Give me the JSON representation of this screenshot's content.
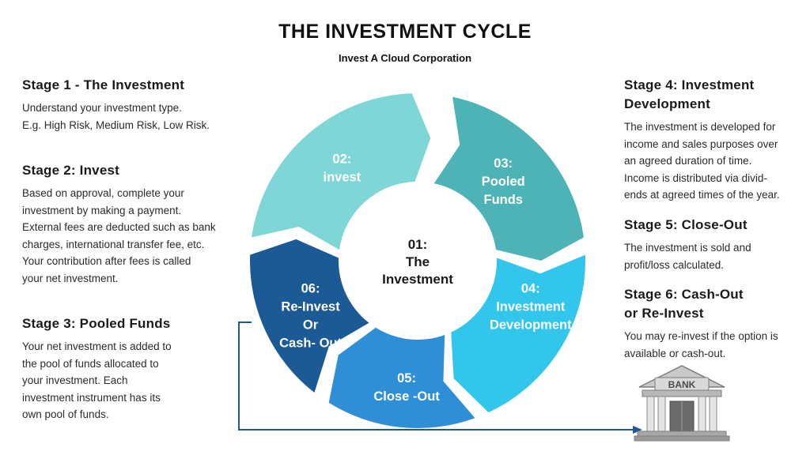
{
  "header": {
    "title": "THE INVESTMENT CYCLE",
    "subtitle": "Invest A Cloud Corporation"
  },
  "stages": [
    {
      "heading": "Stage 1 -  The  Investment",
      "text": "Understand your investment type.\nE.g. High Risk, Medium Risk, Low Risk."
    },
    {
      "heading": "Stage 2: Invest",
      "text": "Based on approval, complete your\ninvestment by making a payment.\nExternal fees are deducted such as bank\ncharges, international transfer fee, etc.\nYour contribution after fees is called\nyour net investment."
    },
    {
      "heading": "Stage 3: Pooled Funds",
      "text": "Your net investment is added to\nthe pool of funds allocated to\nyour investment. Each\ninvestment instrument has its\nown pool of funds."
    },
    {
      "heading": "Stage 4: Investment\nDevelopment",
      "text": "The investment is developed for\nincome and sales purposes over\nan agreed duration of time.\nIncome is distributed via divid-\nends at agreed times of the year."
    },
    {
      "heading": "Stage 5: Close-Out",
      "text": "The investment is sold and\nprofit/loss calculated."
    },
    {
      "heading": "Stage 6: Cash-Out\nor Re-Invest",
      "text": "You may re-invest if the option is\navailable or cash-out."
    }
  ],
  "cycle": {
    "center": [
      "01:",
      "The",
      "Investment"
    ],
    "segments": [
      {
        "lines": [
          "02:",
          "invest"
        ],
        "color": "#7fd6d6"
      },
      {
        "lines": [
          "03:",
          "Pooled",
          "Funds"
        ],
        "color": "#4db3b6"
      },
      {
        "lines": [
          "04:",
          "Investment",
          "Development"
        ],
        "color": "#33c6ec"
      },
      {
        "lines": [
          "05:",
          "Close -Out"
        ],
        "color": "#2e8fd6"
      },
      {
        "lines": [
          "06:",
          "Re-Invest",
          "Or",
          "Cash- Out"
        ],
        "color": "#1c5a96"
      }
    ]
  },
  "bank": {
    "sign": "BANK"
  },
  "colors": {
    "connector": "#1c5a96"
  }
}
